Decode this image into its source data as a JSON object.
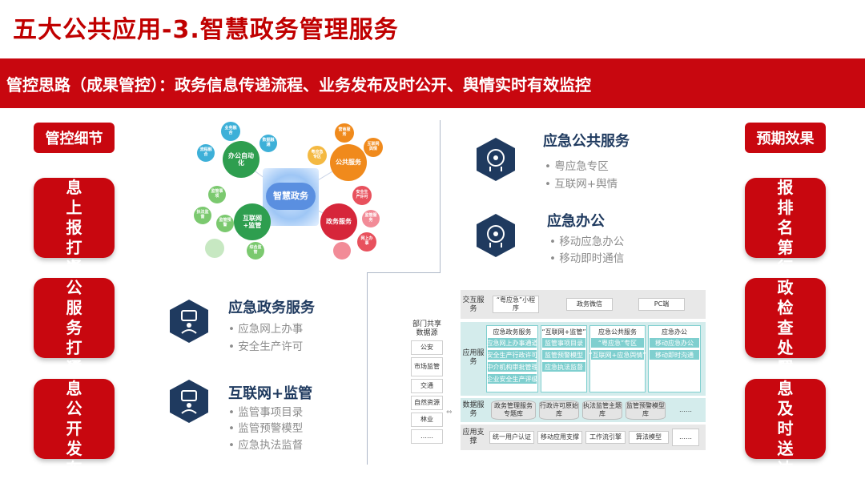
{
  "title": "五大公共应用-3.智慧政务管理服务",
  "banner": "管控思路（成果管控）：政务信息传递流程、业务发布及时公开、舆情实时有效监控",
  "left_tag": "管控细节",
  "right_tag": "预期效果",
  "left_tiles": [
    "信息上报打通",
    "办公服务打通",
    "信息公开发布"
  ],
  "right_tiles": [
    "上报排名第一",
    "行政检查处罚",
    "信息及时送达"
  ],
  "bubbles": {
    "center": "智慧政务",
    "office_auto": "办公自动化",
    "public_service": "公共服务",
    "internet_monitor": "互联网+监管",
    "gov_service": "政务服务",
    "s1": "业务融合",
    "s2": "数据融通",
    "s3": "流程融合",
    "s4": "粤应急专区",
    "s5": "营商服务",
    "s6": "互联网舆情",
    "s7": "监管事项",
    "s8": "执法监督",
    "s9": "监管预警",
    "s10": "安全生产许可",
    "s11": "网上办事",
    "s12": "监管服务",
    "s13": "",
    "s14": "综合监管"
  },
  "sections": [
    {
      "title": "应急公共服务",
      "bullets": [
        "粤应急专区",
        "互联网+舆情"
      ]
    },
    {
      "title": "应急办公",
      "bullets": [
        "移动应急办公",
        "移动即时通信"
      ]
    },
    {
      "title": "应急政务服务",
      "bullets": [
        "应急网上办事",
        "安全生产许可"
      ]
    },
    {
      "title": "互联网+监管",
      "bullets": [
        "监管事项目录",
        "监管预警模型",
        "应急执法监督"
      ]
    }
  ],
  "arch": {
    "dept_label": "部门共享数据源",
    "depts": [
      "公安",
      "市场监管",
      "交通",
      "自然资源",
      "林业",
      "……"
    ],
    "row1_label": "交互服务",
    "row1_items": [
      "“粤应急”小程序",
      "政务微信",
      "PC端"
    ],
    "row2_label": "应用服务",
    "columns": [
      {
        "header": "应急政务服务",
        "items": [
          "应急网上办事通道",
          "安全生产行政许可",
          "中介机构审批管理",
          "企业安全生产评级"
        ]
      },
      {
        "header": "“互联网+监管”",
        "items": [
          "监管事项目录",
          "监管预警模型",
          "应急执法监督"
        ]
      },
      {
        "header": "应急公共服务",
        "items": [
          "“粤应急”专区",
          "“互联网+应急舆情”"
        ]
      },
      {
        "header": "应急办公",
        "items": [
          "移动应急办公",
          "移动即时沟通"
        ]
      }
    ],
    "row3_label": "数据服务",
    "row3_items": [
      "政务管理服务专题库",
      "行政许可原始库",
      "执法监管主题库",
      "监管预警模型库",
      "……"
    ],
    "row4_label": "应用支撑",
    "row4_items": [
      "统一用户认证",
      "移动应用支撑",
      "工作流引擎",
      "算法模型",
      "……"
    ]
  },
  "colors": {
    "brand_red": "#c8070f",
    "title_red": "#c00000",
    "navy": "#1f3a5f",
    "teal": "#7fcfcf"
  }
}
